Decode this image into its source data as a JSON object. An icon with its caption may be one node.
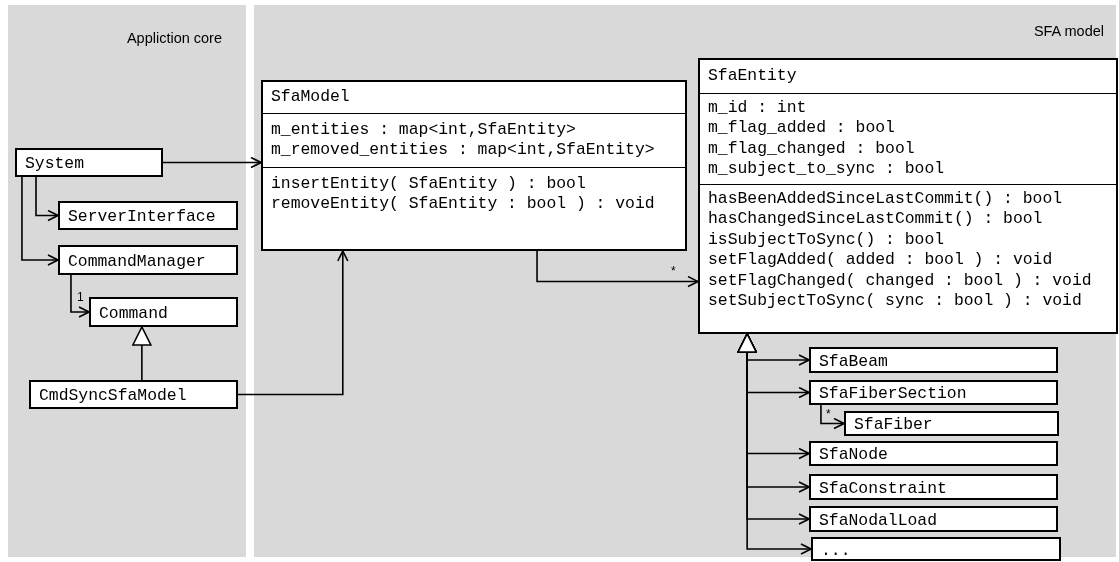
{
  "diagram": {
    "nodes": [
      {
        "text": [
          "Appliction core"
        ]
      },
      {
        "text": [
          "SFA model"
        ]
      },
      {
        "text": [
          "System"
        ],
        "in": 0
      },
      {
        "text": [
          "ServerInterface"
        ],
        "in": 0
      },
      {
        "text": [
          "CommandManager"
        ],
        "in": 0
      },
      {
        "text": [
          "Command"
        ],
        "in": 0
      },
      {
        "text": [
          "CmdSyncSfaModel"
        ],
        "in": 0
      },
      {
        "text": [
          "SfaModel",
          "m_entities : map<int,SfaEntity>",
          "m_removed_entities : map<int,SfaEntity>",
          "insertEntity( SfaEntity ) : bool",
          "removeEntity( SfaEntity : bool ) : void"
        ],
        "in": 1
      },
      {
        "text": [
          "SfaEntity",
          "m_id : int",
          "m_flag_added : bool",
          "m_flag_changed : bool",
          "m_subject_to_sync : bool",
          "hasBeenAddedSinceLastCommit() : bool",
          "hasChangedSinceLastCommit() : bool",
          "isSubjectToSync() : bool",
          "setFlagAdded( added : bool ) : void",
          "setFlagChanged( changed : bool ) : void",
          "setSubjectToSync( sync : bool ) : void"
        ],
        "in": 1
      },
      {
        "text": [
          "SfaBeam"
        ],
        "in": 1
      },
      {
        "text": [
          "SfaFiberSection"
        ],
        "in": 1
      },
      {
        "text": [
          "SfaFiber"
        ],
        "in": 1
      },
      {
        "text": [
          "SfaNode"
        ],
        "in": 1
      },
      {
        "text": [
          "SfaConstraint"
        ],
        "in": 1
      },
      {
        "text": [
          "SfaNodalLoad"
        ],
        "in": 1
      },
      {
        "text": [
          "..."
        ],
        "in": 1
      }
    ],
    "edges": [
      {
        "from": 2,
        "to": 7,
        "arrow": "to"
      },
      {
        "from": 2,
        "to": 3,
        "arrow": "to"
      },
      {
        "from": 2,
        "to": 4,
        "arrow": "to"
      },
      {
        "from": 4,
        "to": 5,
        "arrow": "to",
        "label": "1"
      },
      {
        "from": 6,
        "to": 5,
        "arrow": "to"
      },
      {
        "from": 6,
        "to": 7,
        "arrow": "to"
      },
      {
        "from": 7,
        "to": 8,
        "arrow": "to",
        "label": "*"
      },
      {
        "from": 8,
        "to": 9,
        "arrow": "both"
      },
      {
        "from": 8,
        "to": 10,
        "arrow": "both"
      },
      {
        "from": 8,
        "to": 12,
        "arrow": "both"
      },
      {
        "from": 8,
        "to": 13,
        "arrow": "both"
      },
      {
        "from": 8,
        "to": 14,
        "arrow": "both"
      },
      {
        "from": 8,
        "to": 15,
        "arrow": "both"
      },
      {
        "from": 10,
        "to": 11,
        "arrow": "to",
        "label": "*"
      }
    ]
  }
}
